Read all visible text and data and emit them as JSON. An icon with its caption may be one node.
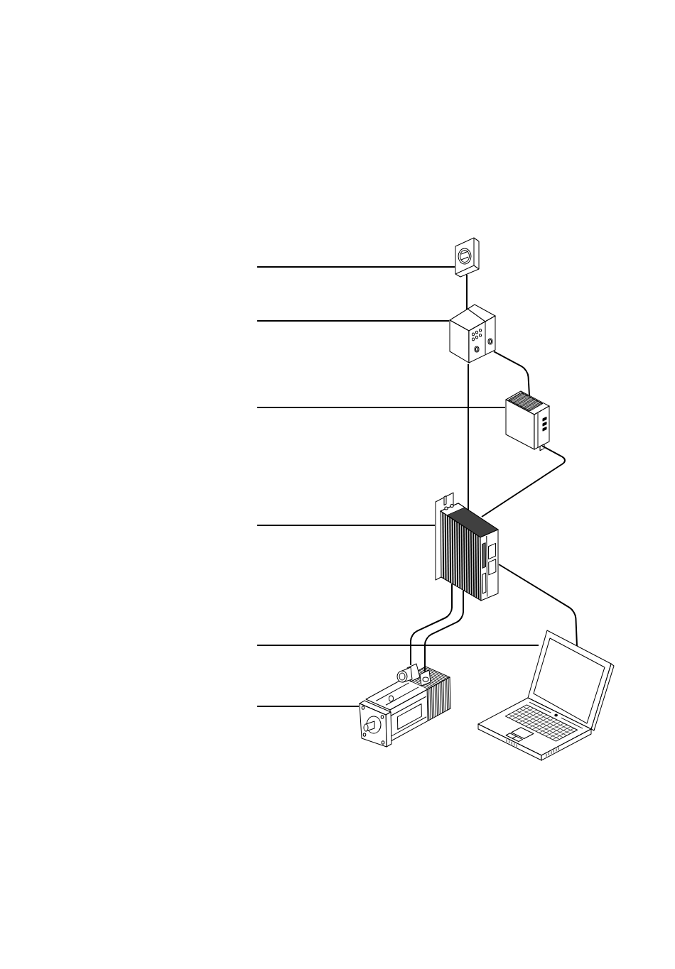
{
  "diagram": {
    "nodes": [
      {
        "text": [],
        "shape": "picture"
      },
      {
        "text": [],
        "shape": "picture"
      },
      {
        "text": [],
        "shape": "picture"
      },
      {
        "text": [],
        "shape": "picture"
      },
      {
        "text": [],
        "shape": "picture"
      },
      {
        "text": [],
        "shape": "picture"
      }
    ],
    "edges": [
      {
        "from": null,
        "to": 0,
        "arrow": "none"
      },
      {
        "from": null,
        "to": 1,
        "arrow": "none"
      },
      {
        "from": null,
        "to": 2,
        "arrow": "none"
      },
      {
        "from": null,
        "to": 3,
        "arrow": "none"
      },
      {
        "from": null,
        "to": 5,
        "arrow": "none"
      },
      {
        "from": null,
        "to": 4,
        "arrow": "none"
      },
      {
        "from": 0,
        "to": 1,
        "arrow": "none"
      },
      {
        "from": 1,
        "to": 3,
        "arrow": "none"
      },
      {
        "from": 1,
        "to": 2,
        "arrow": "none"
      },
      {
        "from": 2,
        "to": 3,
        "arrow": "none"
      },
      {
        "from": 3,
        "to": 4,
        "arrow": "none"
      },
      {
        "from": 3,
        "to": 4,
        "arrow": "none"
      },
      {
        "from": 3,
        "to": 5,
        "arrow": "none"
      }
    ]
  }
}
